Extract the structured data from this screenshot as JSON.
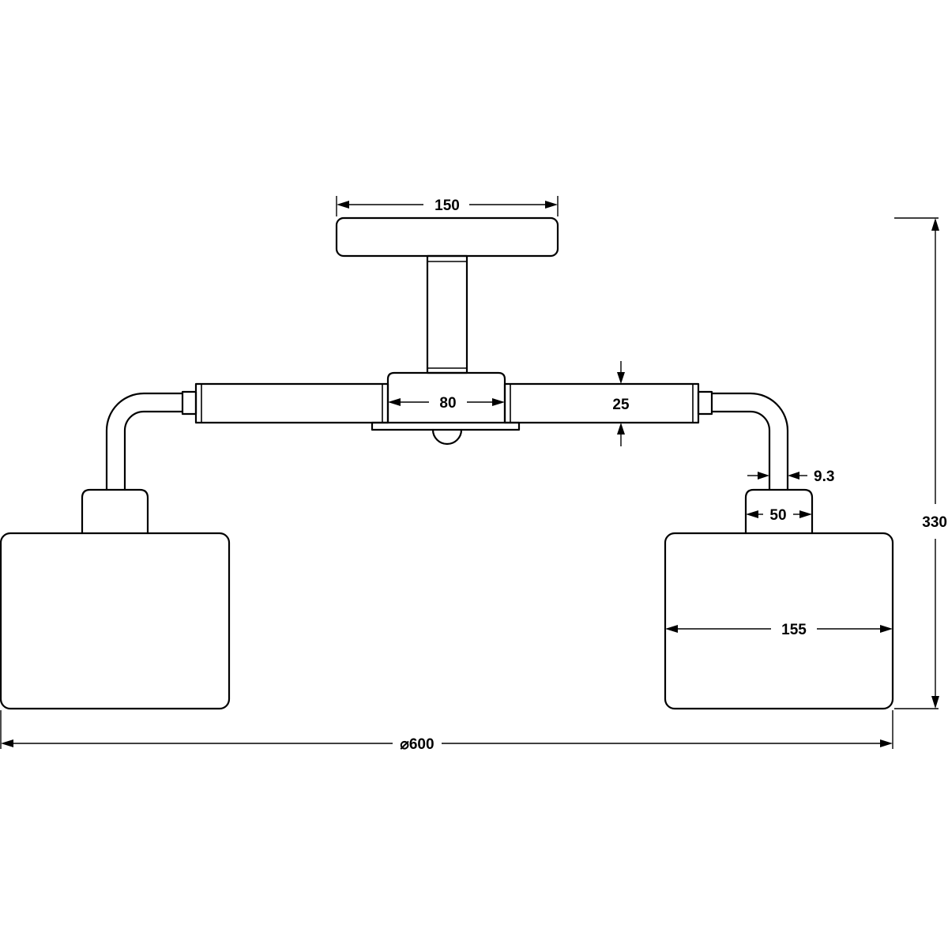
{
  "dimensions": {
    "canopy_width": "150",
    "center_block_width": "80",
    "arm_height": "25",
    "arm_tube_diameter": "9.3",
    "socket_cap_width": "50",
    "shade_width": "155",
    "overall_height": "330",
    "overall_diameter": "⌀600"
  },
  "colors": {
    "line": "#000000",
    "background": "#ffffff"
  }
}
